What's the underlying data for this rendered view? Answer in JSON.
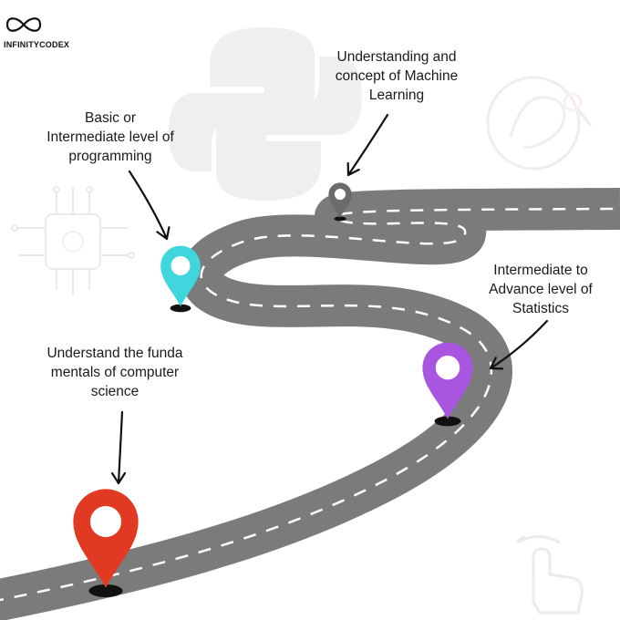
{
  "brand": {
    "name": "INFINITYCODEX",
    "logo_icon": "infinity-icon"
  },
  "colors": {
    "road": "#7b7b7b",
    "road_edge": "#ffffff",
    "lane": "#ffffff",
    "pin_red": "#e23a22",
    "pin_purple": "#a855e0",
    "pin_cyan": "#3fd6de",
    "pin_gray": "#6b6b6b",
    "text": "#1a1a1a"
  },
  "milestones": [
    {
      "lines": [
        "Understand the funda",
        "mentals of computer",
        "science"
      ],
      "pin_color": "red"
    },
    {
      "lines": [
        "Basic or",
        "Intermediate level of",
        "programming"
      ],
      "pin_color": "cyan"
    },
    {
      "lines": [
        "Understanding and",
        "concept of Machine",
        "Learning"
      ],
      "pin_color": "gray"
    },
    {
      "lines": [
        "Intermediate to",
        "Advance level of",
        "Statistics"
      ],
      "pin_color": "purple"
    }
  ],
  "background_icons": [
    "python-logo-icon",
    "circuit-chip-icon",
    "brain-scientist-icon",
    "swipe-hand-icon"
  ]
}
